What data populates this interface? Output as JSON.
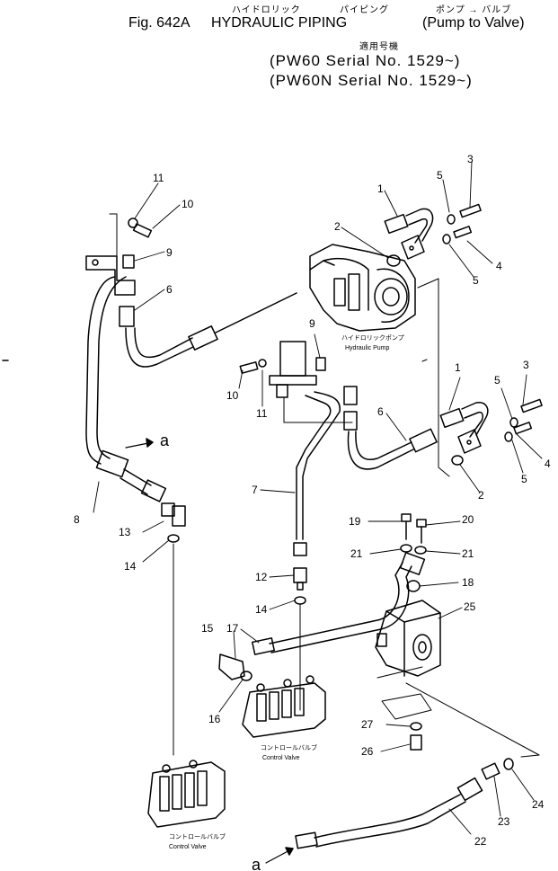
{
  "header": {
    "kana_left": "ハイドロリック",
    "kana_mid": "パイピング",
    "kana_right": "ポンプ → バルブ",
    "figure": "Fig. 642A",
    "title": "HYDRAULIC PIPING",
    "subtitle": "(Pump to Valve)",
    "applicability": "適用号機",
    "serial_1": "(PW60   Serial No. 1529~)",
    "serial_2": "(PW60N Serial No. 1529~)"
  },
  "component_labels": {
    "pump_jp": "ハイドロリックポンプ",
    "pump_en": "Hydraulic Pump",
    "control_valve_jp": "コントロールバルブ",
    "control_valve_en": "Control Valve",
    "control_valve2_jp": "コントロールバルブ",
    "control_valve2_en": "Control Valve"
  },
  "references": {
    "a_arrow": "a",
    "a_bottom": "a"
  },
  "callouts": [
    {
      "id": "c11a",
      "text": "11"
    },
    {
      "id": "c10a",
      "text": "10"
    },
    {
      "id": "c9a",
      "text": "9"
    },
    {
      "id": "c6a",
      "text": "6"
    },
    {
      "id": "c1a",
      "text": "1"
    },
    {
      "id": "c5a",
      "text": "5"
    },
    {
      "id": "c3a",
      "text": "3"
    },
    {
      "id": "c2a",
      "text": "2"
    },
    {
      "id": "c4a",
      "text": "4"
    },
    {
      "id": "c5b",
      "text": "5"
    },
    {
      "id": "c9b",
      "text": "9"
    },
    {
      "id": "c10b",
      "text": "10"
    },
    {
      "id": "c11b",
      "text": "11"
    },
    {
      "id": "c6b",
      "text": "6"
    },
    {
      "id": "c1b",
      "text": "1"
    },
    {
      "id": "c3b",
      "text": "3"
    },
    {
      "id": "c5c",
      "text": "5"
    },
    {
      "id": "c4b",
      "text": "4"
    },
    {
      "id": "c5d",
      "text": "5"
    },
    {
      "id": "c2b",
      "text": "2"
    },
    {
      "id": "c7",
      "text": "7"
    },
    {
      "id": "c8",
      "text": "8"
    },
    {
      "id": "c13",
      "text": "13"
    },
    {
      "id": "c14a",
      "text": "14"
    },
    {
      "id": "c19",
      "text": "19"
    },
    {
      "id": "c20",
      "text": "20"
    },
    {
      "id": "c21a",
      "text": "21"
    },
    {
      "id": "c21b",
      "text": "21"
    },
    {
      "id": "c18",
      "text": "18"
    },
    {
      "id": "c25",
      "text": "25"
    },
    {
      "id": "c12",
      "text": "12"
    },
    {
      "id": "c14b",
      "text": "14"
    },
    {
      "id": "c15",
      "text": "15"
    },
    {
      "id": "c17",
      "text": "17"
    },
    {
      "id": "c16",
      "text": "16"
    },
    {
      "id": "c27",
      "text": "27"
    },
    {
      "id": "c26",
      "text": "26"
    },
    {
      "id": "c24",
      "text": "24"
    },
    {
      "id": "c23",
      "text": "23"
    },
    {
      "id": "c22",
      "text": "22"
    }
  ]
}
